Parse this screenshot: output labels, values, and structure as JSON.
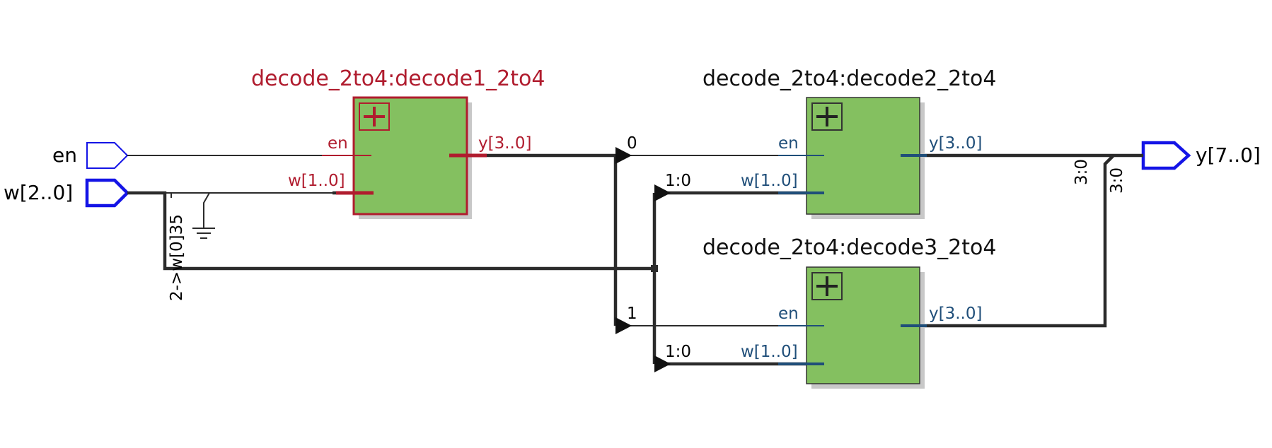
{
  "colors": {
    "block_fill": "#84c060",
    "block_stroke_default": "#333333",
    "block_stroke_selected": "#b01c2e",
    "selected_text": "#b01c2e",
    "port_text": "#1f4e79",
    "io_port": "#1414e6",
    "wire": "#2b2b2b",
    "shadow": "#c8c8c8"
  },
  "inputs": {
    "en": "en",
    "w": "w[2..0]"
  },
  "outputs": {
    "y": "y[7..0]"
  },
  "blocks": [
    {
      "id": "decode1",
      "title": "decode_2to4:decode1_2to4",
      "selected": true,
      "port_en": "en",
      "port_w": "w[1..0]",
      "port_y": "y[3..0]"
    },
    {
      "id": "decode2",
      "title": "decode_2to4:decode2_2to4",
      "selected": false,
      "port_en": "en",
      "port_w": "w[1..0]",
      "port_y": "y[3..0]"
    },
    {
      "id": "decode3",
      "title": "decode_2to4:decode3_2to4",
      "selected": false,
      "port_en": "en",
      "port_w": "w[1..0]",
      "port_y": "y[3..0]"
    }
  ],
  "wire_labels": {
    "bit0": "0",
    "bit1": "1",
    "slice_w_top": "1:0",
    "slice_w_bottom": "1:0",
    "split_w2": "2->w[0]35",
    "slice_y_a": "3:0",
    "slice_y_b": "3:0"
  },
  "icons": {
    "expand": "plus-box-icon",
    "ground": "ground-icon",
    "input_port": "input-port-icon",
    "output_port": "output-port-icon",
    "bus_ripper": "triangle-arrow-icon"
  }
}
